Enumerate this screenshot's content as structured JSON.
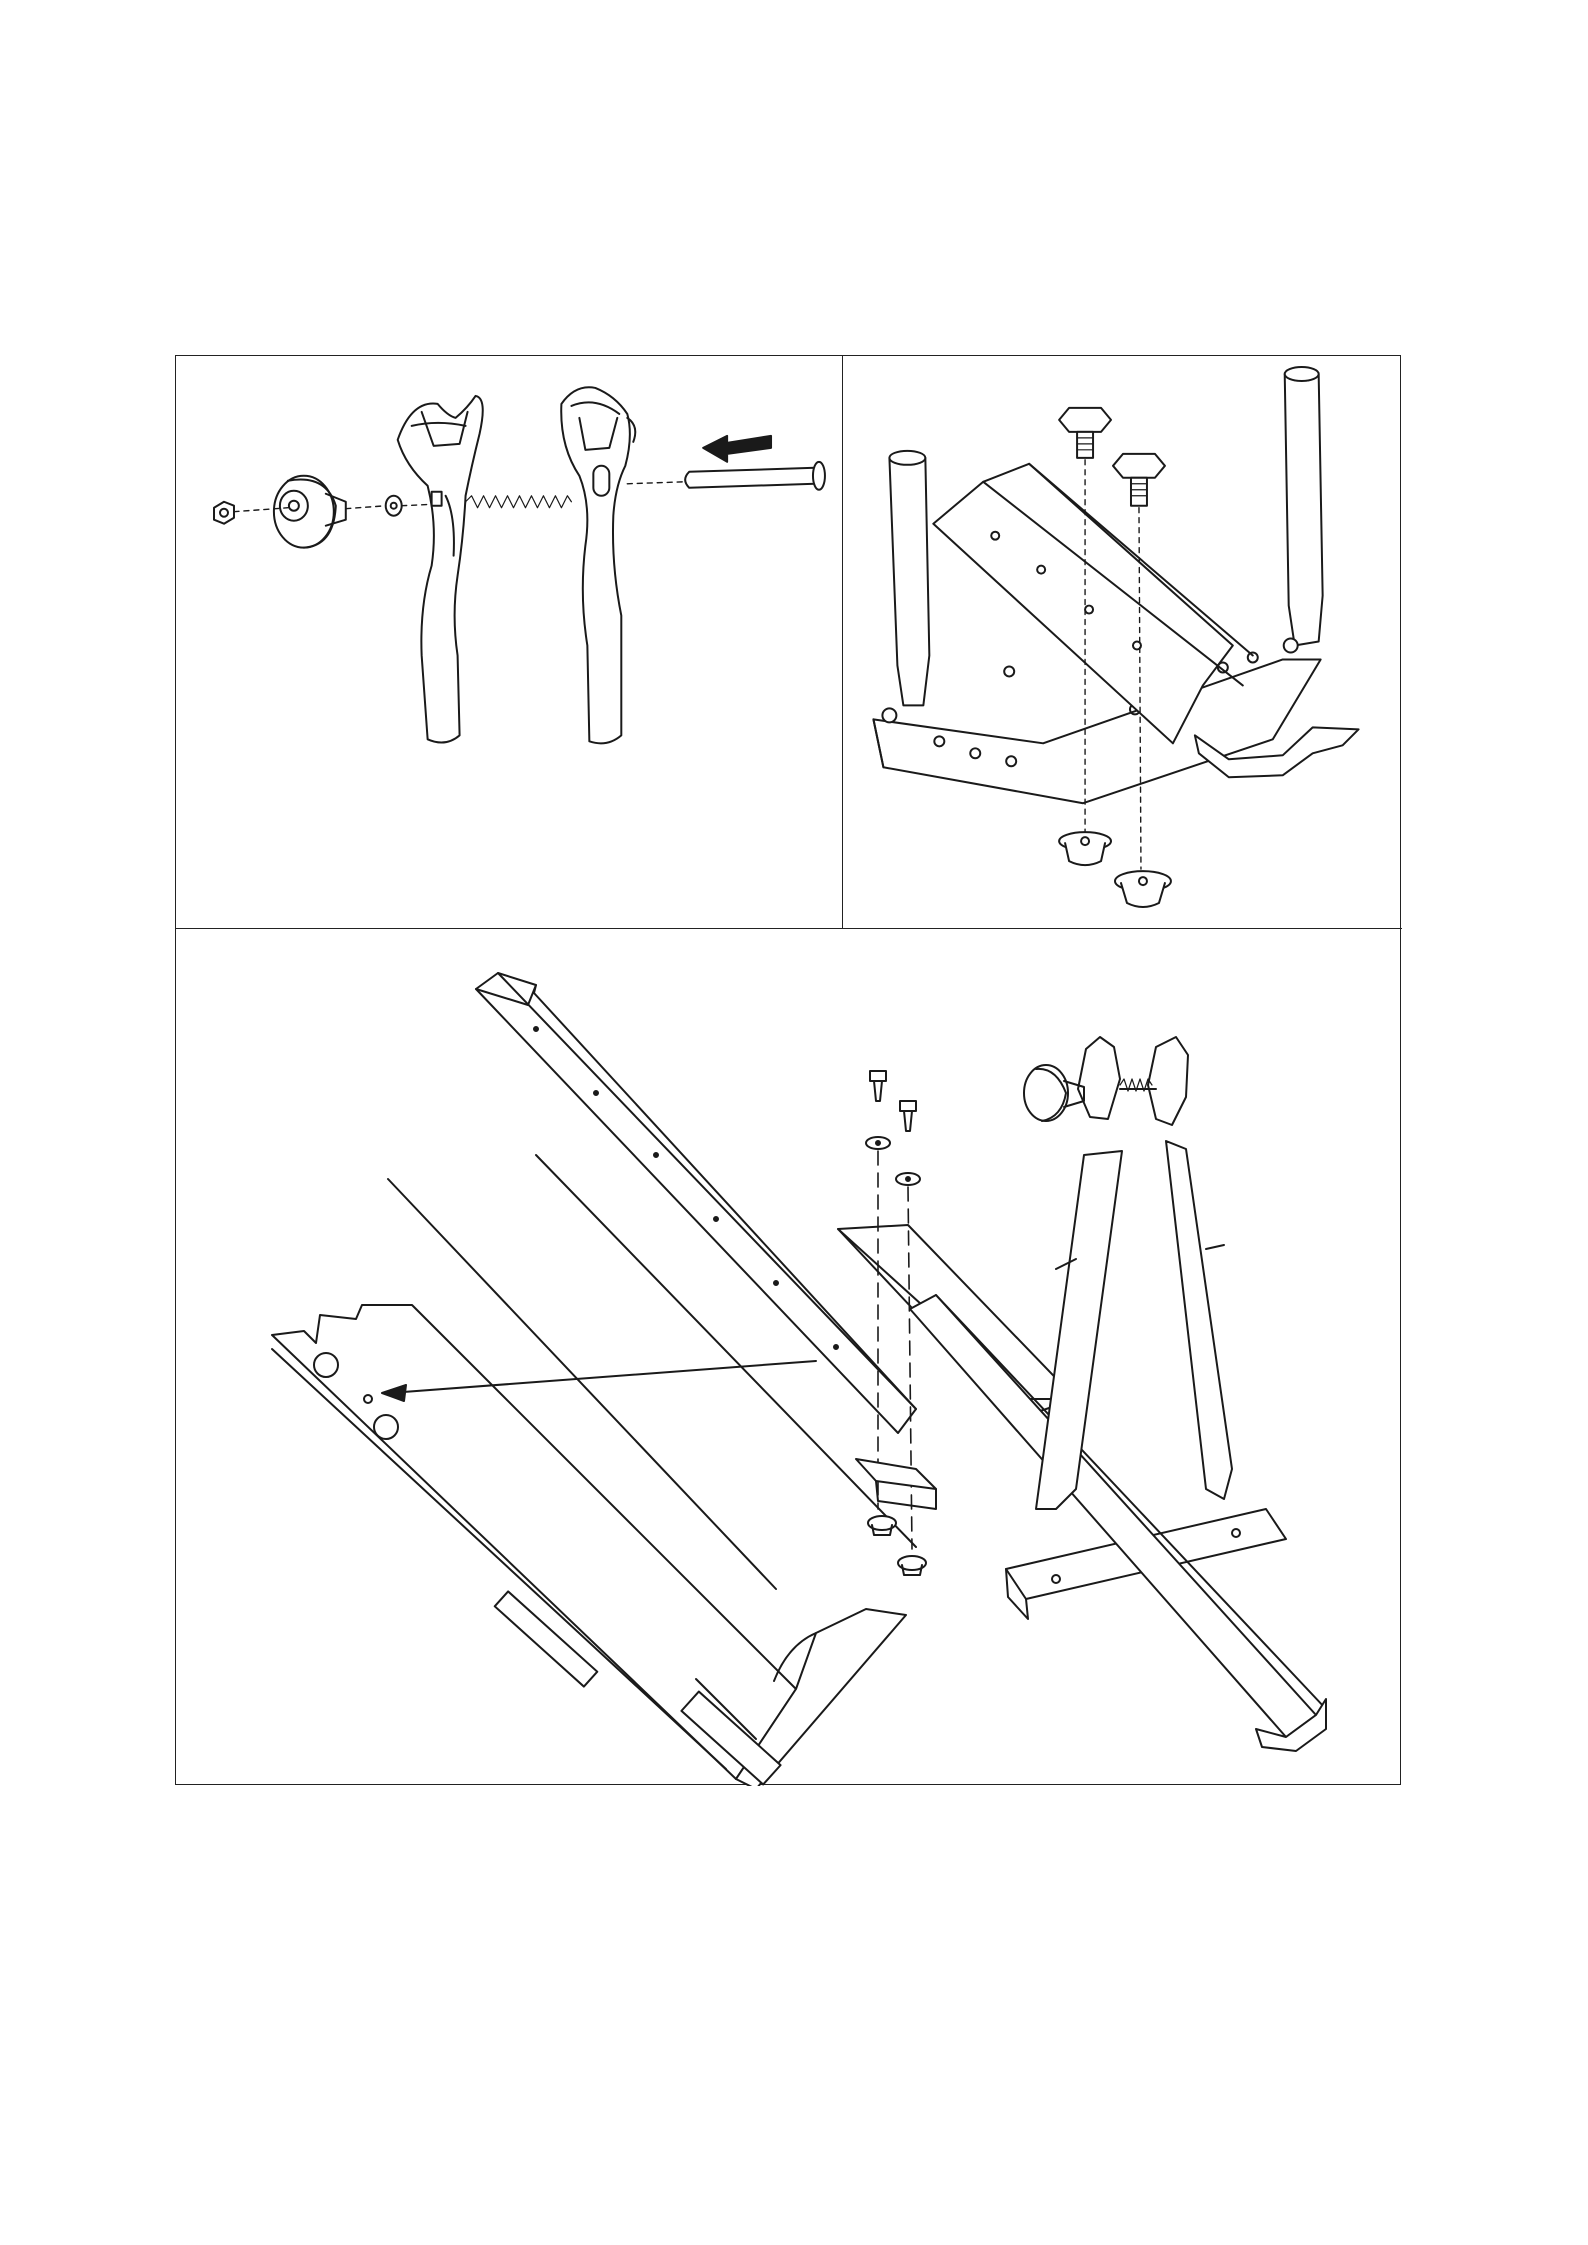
{
  "figure": {
    "panels": [
      {
        "id": "a",
        "content": "clamp-arm-assembly"
      },
      {
        "id": "b",
        "content": "base-frame-bolt-assembly"
      },
      {
        "id": "c",
        "content": "wheel-channel-attachment"
      }
    ]
  },
  "colors": {
    "line": "#1a1a1a",
    "background": "#ffffff",
    "frame": "#222222"
  }
}
